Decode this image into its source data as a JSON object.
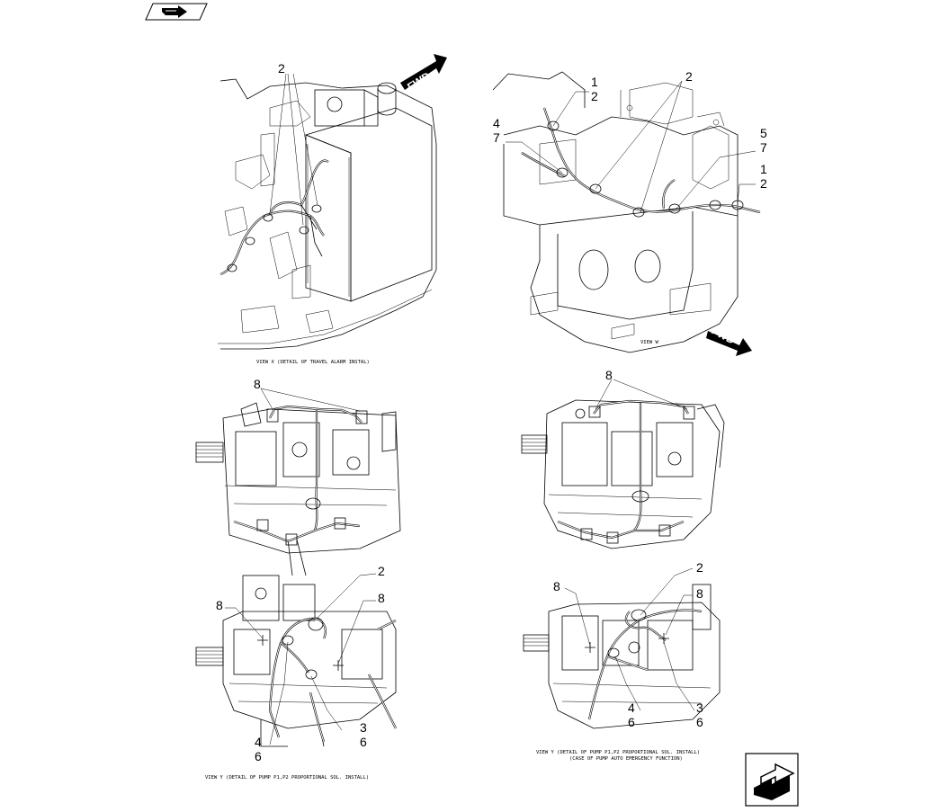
{
  "captions": {
    "travel_alarm": "VIEW X      (DETAIL OF TRAVEL ALARM INSTAL)",
    "view_w": "VIEW W",
    "pump_sol": "VIEW Y      (DETAIL OF PUMP P1,P2 PROPORTIONAL SOL. INSTALL)",
    "pump_sol_emergency_1": "VIEW Y      (DETAIL OF PUMP P1,P2 PROPORTIONAL SOL. INSTALL)",
    "pump_sol_emergency_2": "(CASE OF  PUMP AUTO EMERGENCY FUNCTION)"
  },
  "fwd_label": "FWD",
  "callouts": {
    "tl_2": "2",
    "tr_1a": "1",
    "tr_2a": "2",
    "tr_2b": "2",
    "tr_4": "4",
    "tr_7a": "7",
    "tr_5": "5",
    "tr_7b": "7",
    "tr_1b": "1",
    "tr_2c": "2",
    "ml_8": "8",
    "mr_8": "8",
    "bl_2": "2",
    "bl_8a": "8",
    "bl_8b": "8",
    "bl_4": "4",
    "bl_6a": "6",
    "bl_3": "3",
    "bl_6b": "6",
    "br_2": "2",
    "br_8a": "8",
    "br_8b": "8",
    "br_4": "4",
    "br_6a": "6",
    "br_3": "3",
    "br_6b": "6"
  },
  "icons": {
    "top_nav": "back-arrow-icon",
    "bottom_nav": "forward-arrow-icon"
  }
}
